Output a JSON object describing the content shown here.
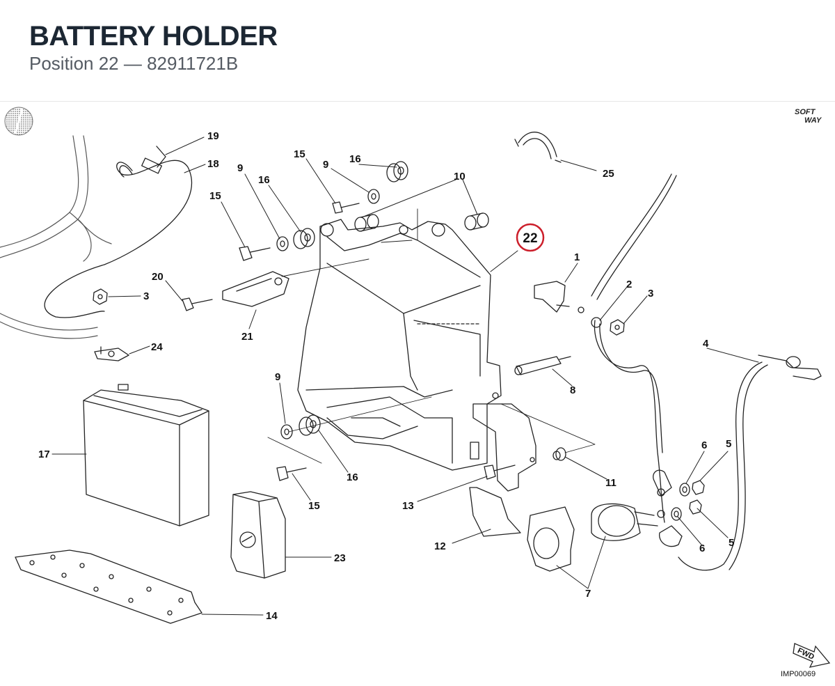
{
  "header": {
    "title": "BATTERY HOLDER",
    "subtitle": "Position 22 — 82911721B"
  },
  "brand": {
    "line1": "SOFT",
    "line2": "WAY"
  },
  "direction_label": "FWD",
  "doc_code": "IMP00069",
  "highlighted_position": "22",
  "highlight_color": "#cc1f2b",
  "callouts": [
    "19",
    "18",
    "15",
    "9",
    "16",
    "15",
    "9",
    "16",
    "10",
    "20",
    "3",
    "21",
    "24",
    "1",
    "2",
    "3",
    "4",
    "8",
    "9",
    "17",
    "16",
    "15",
    "13",
    "11",
    "12",
    "7",
    "6",
    "5",
    "6",
    "5",
    "23",
    "14",
    "25",
    "22"
  ]
}
